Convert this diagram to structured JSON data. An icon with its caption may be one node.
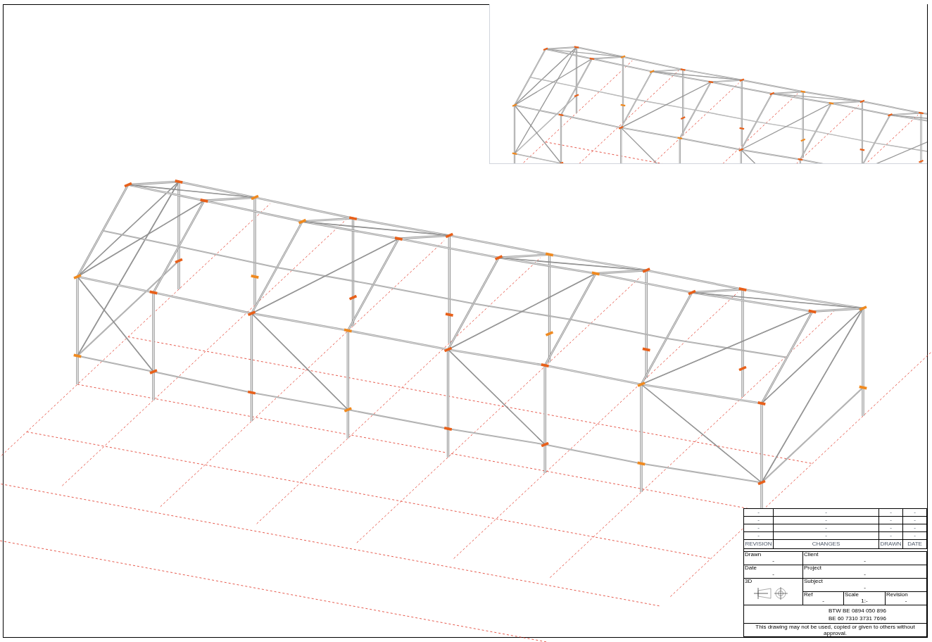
{
  "diagram": {
    "labels": [
      "-",
      "-",
      "-",
      "-",
      "-",
      "-",
      "-",
      "-",
      "-",
      "-",
      "-",
      "-",
      "-",
      "-",
      "-",
      "-",
      "REVISION",
      "CHANGES",
      "DRAWN",
      "DATE",
      "Drawn",
      "-",
      "Client",
      "-",
      "Date",
      "-",
      "Project",
      "-",
      "3D",
      "Subject",
      "-",
      "Ref",
      "-",
      "Scale",
      "1:-",
      "Revision",
      "-",
      "BTW BE 0894 050 896",
      "BE 60 7310 3731 7696",
      "This drawing may not be used, copied or given to others without approval."
    ]
  }
}
